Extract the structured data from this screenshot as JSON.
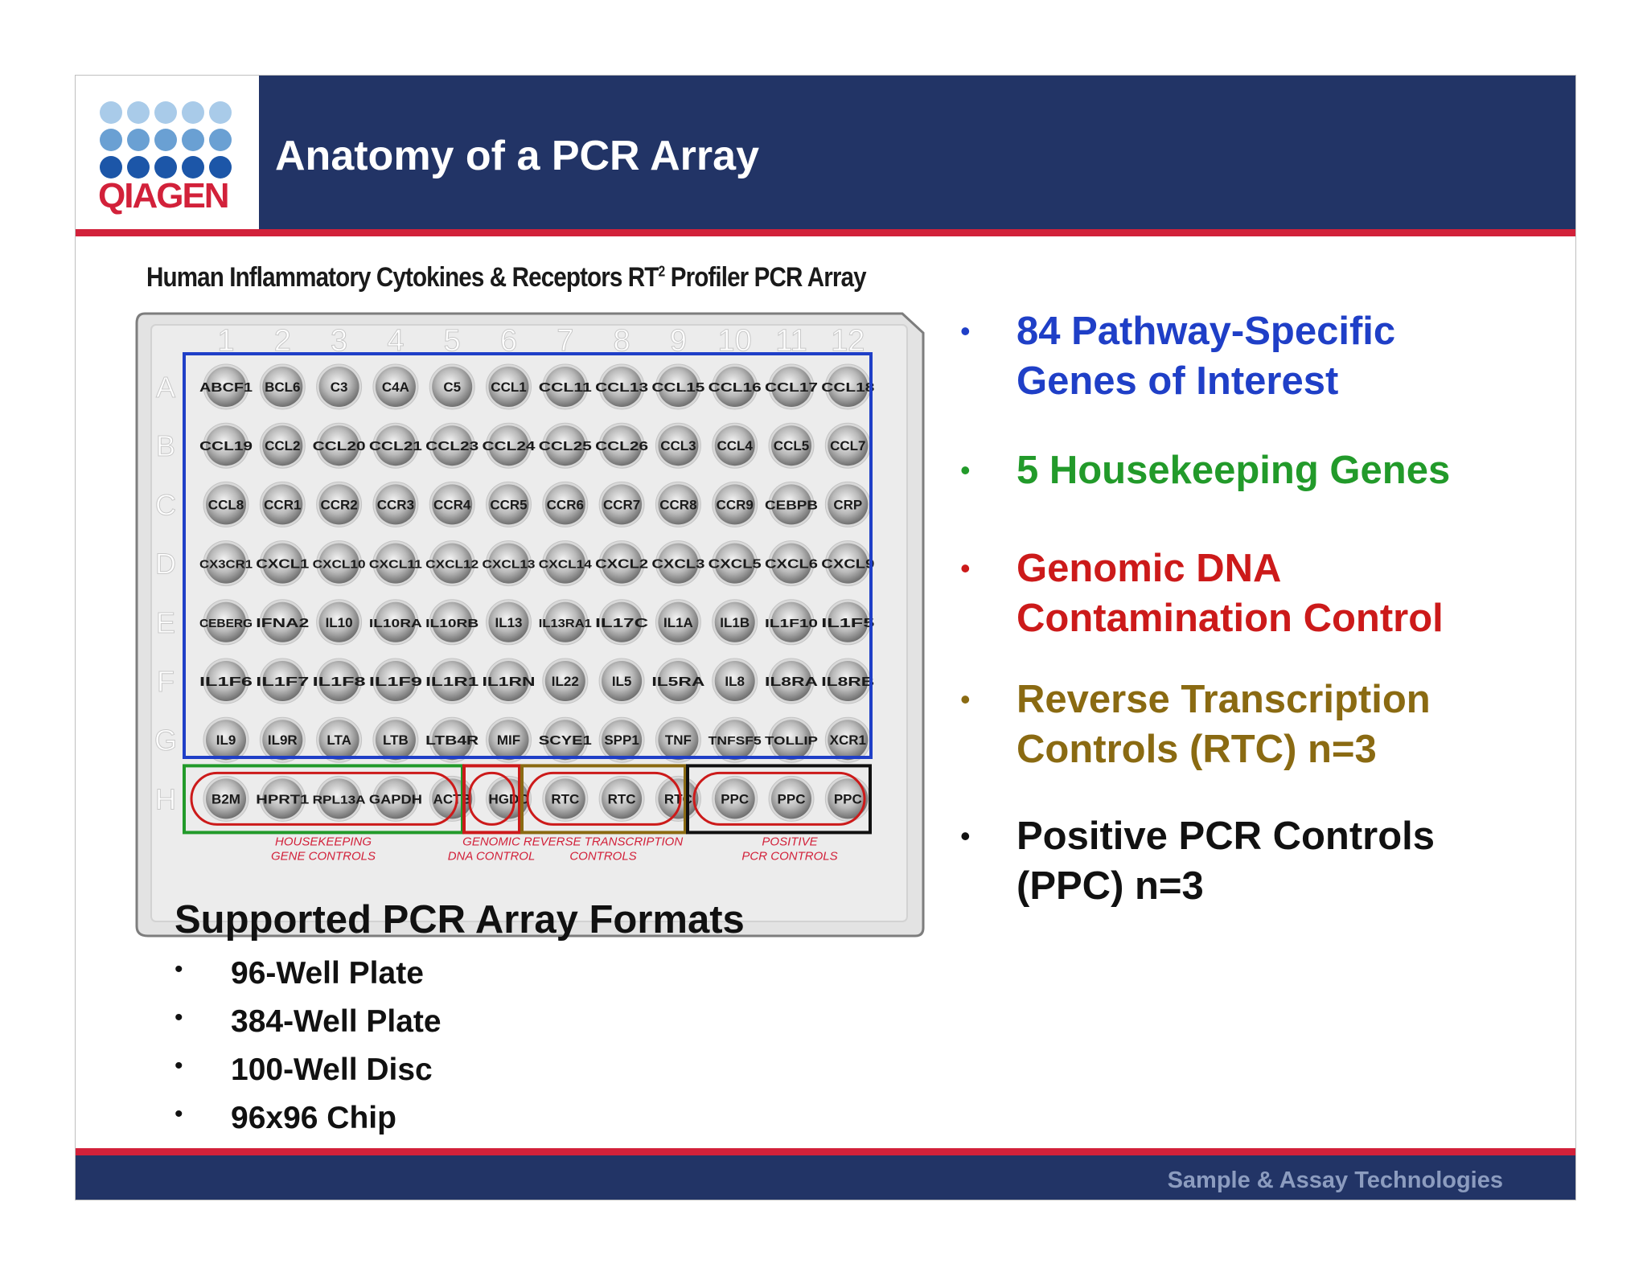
{
  "header": {
    "title": "Anatomy of a PCR Array",
    "logo_text": "QIAGEN"
  },
  "array": {
    "title": "Human Inflammatory Cytokines & Receptors RT",
    "title_sup": "2",
    "title_end": " Profiler PCR Array",
    "columns": [
      "1",
      "2",
      "3",
      "4",
      "5",
      "6",
      "7",
      "8",
      "9",
      "10",
      "11",
      "12"
    ],
    "row_letters": [
      "A",
      "B",
      "C",
      "D",
      "E",
      "F",
      "G",
      "H"
    ],
    "rows": [
      [
        "ABCF1",
        "BCL6",
        "C3",
        "C4A",
        "C5",
        "CCL1",
        "CCL11",
        "CCL13",
        "CCL15",
        "CCL16",
        "CCL17",
        "CCL18"
      ],
      [
        "CCL19",
        "CCL2",
        "CCL20",
        "CCL21",
        "CCL23",
        "CCL24",
        "CCL25",
        "CCL26",
        "CCL3",
        "CCL4",
        "CCL5",
        "CCL7"
      ],
      [
        "CCL8",
        "CCR1",
        "CCR2",
        "CCR3",
        "CCR4",
        "CCR5",
        "CCR6",
        "CCR7",
        "CCR8",
        "CCR9",
        "CEBPB",
        "CRP"
      ],
      [
        "CX3CR1",
        "CXCL1",
        "CXCL10",
        "CXCL11",
        "CXCL12",
        "CXCL13",
        "CXCL14",
        "CXCL2",
        "CXCL3",
        "CXCL5",
        "CXCL6",
        "CXCL9"
      ],
      [
        "CEBERG",
        "IFNA2",
        "IL10",
        "IL10RA",
        "IL10RB",
        "IL13",
        "IL13RA1",
        "IL17C",
        "IL1A",
        "IL1B",
        "IL1F10",
        "IL1F5"
      ],
      [
        "IL1F6",
        "IL1F7",
        "IL1F8",
        "IL1F9",
        "IL1R1",
        "IL1RN",
        "IL22",
        "IL5",
        "IL5RA",
        "IL8",
        "IL8RA",
        "IL8RB"
      ],
      [
        "IL9",
        "IL9R",
        "LTA",
        "LTB",
        "LTB4R",
        "MIF",
        "SCYE1",
        "SPP1",
        "TNF",
        "TNFSF5",
        "TOLLIP",
        "XCR1"
      ],
      [
        "B2M",
        "HPRT1",
        "RPL13A",
        "GAPDH",
        "ACTB",
        "HGDC",
        "RTC",
        "RTC",
        "RTC",
        "PPC",
        "PPC",
        "PPC"
      ]
    ],
    "group_labels": [
      {
        "line1": "HOUSEKEEPING",
        "line2": "GENE CONTROLS"
      },
      {
        "line1": "GENOMIC",
        "line2": "DNA CONTROL"
      },
      {
        "line1": "REVERSE TRANSCRIPTION",
        "line2": "CONTROLS"
      },
      {
        "line1": "POSITIVE",
        "line2": "PCR CONTROLS"
      }
    ]
  },
  "bullets": [
    {
      "line1": "84 Pathway-Specific",
      "line2": "Genes of Interest",
      "color": "#1f3fc7"
    },
    {
      "line1": "5 Housekeeping Genes",
      "line2": "",
      "color": "#229a2a"
    },
    {
      "line1": "Genomic DNA",
      "line2": "Contamination Control",
      "color": "#cc1a1a"
    },
    {
      "line1": "Reverse Transcription",
      "line2": "Controls (RTC) n=3",
      "color": "#8a6a12"
    },
    {
      "line1": "Positive PCR Controls",
      "line2": "(PPC) n=3",
      "color": "#111111"
    }
  ],
  "formats": {
    "heading": "Supported PCR Array Formats",
    "items": [
      "96-Well Plate",
      "384-Well Plate",
      "100-Well Disc",
      "96x96 Chip"
    ]
  },
  "footer": {
    "text": "Sample & Assay Technologies"
  },
  "colors": {
    "navy": "#223466",
    "red": "#d2213a",
    "genes_box": "#1f3fc7",
    "housekeeping_box": "#229a2a",
    "gdna_box": "#cc1a1a",
    "rtc_box": "#8a6a12",
    "ppc_box": "#111111"
  }
}
